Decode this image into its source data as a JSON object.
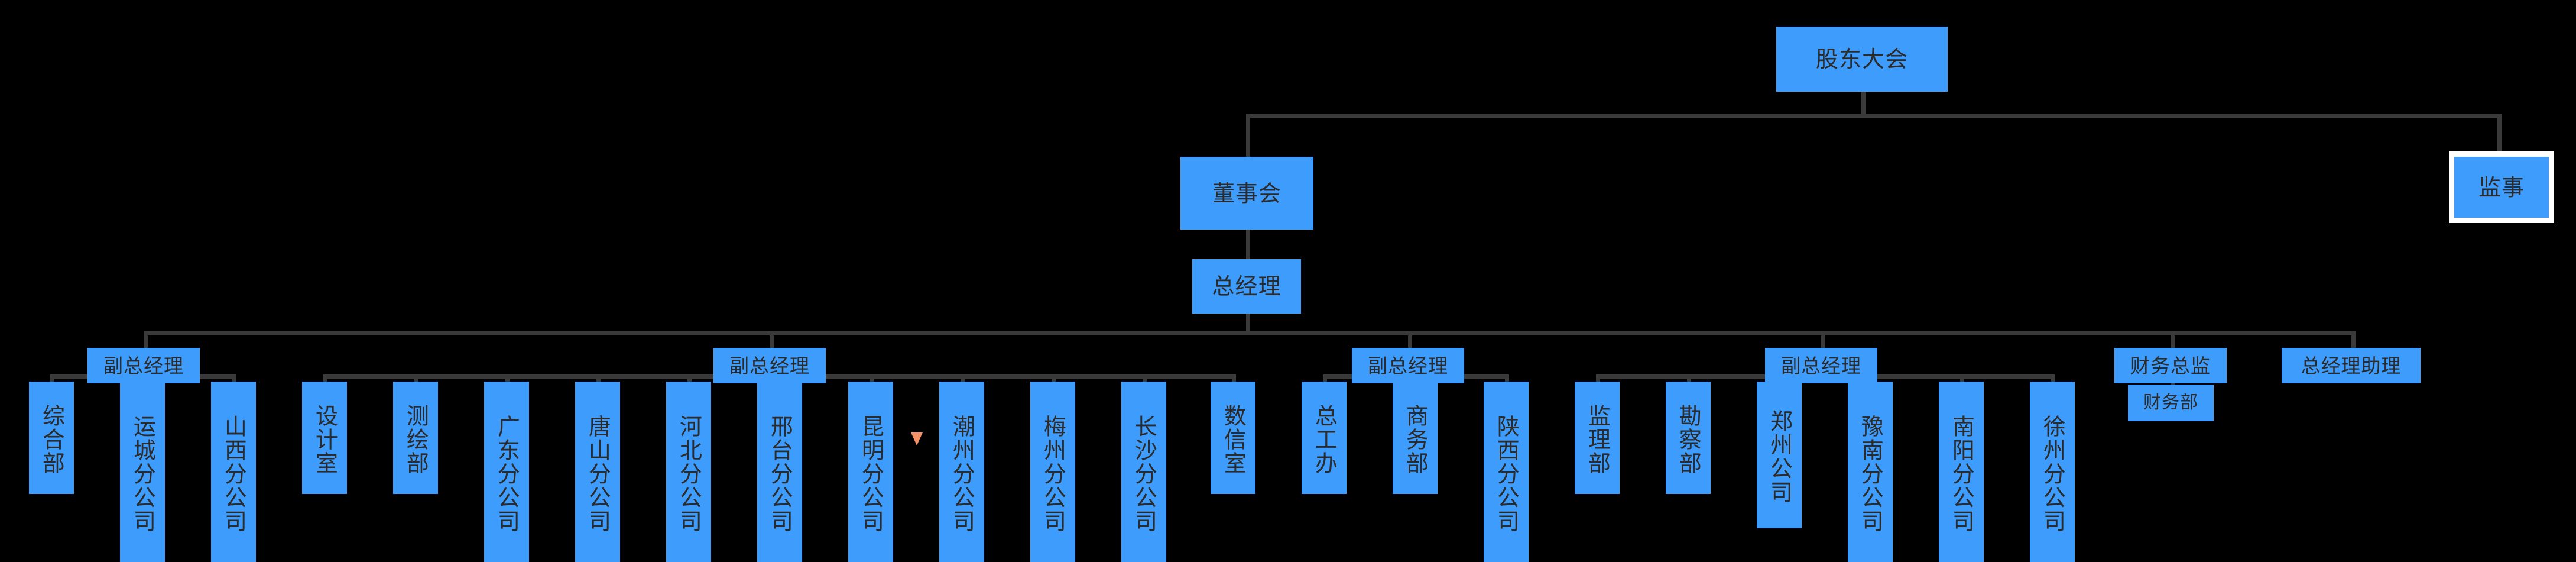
{
  "theme": {
    "node_fill": "#3d9cfc",
    "node_text": "#2b2b2b",
    "connector": "#3a3a3a",
    "canvas": "#000000",
    "selected_outline": "#ffffff",
    "cursor": "#f79367"
  },
  "chart_title": "",
  "org_chart": {
    "type": "org-tree",
    "orientation": "top-down",
    "root": {
      "id": "n1",
      "label": "股东大会",
      "text_direction": "horizontal"
    },
    "level2": [
      {
        "id": "n2",
        "label": "董事会",
        "text_direction": "horizontal",
        "parent": "n1"
      },
      {
        "id": "n3",
        "label": "监事",
        "text_direction": "horizontal",
        "parent": "n1",
        "selected": true
      }
    ],
    "level3": [
      {
        "id": "n4",
        "label": "总经理",
        "text_direction": "horizontal",
        "parent": "n2"
      }
    ],
    "level4": [
      {
        "id": "m1",
        "label": "副总经理",
        "text_direction": "horizontal",
        "parent": "n4"
      },
      {
        "id": "m2",
        "label": "副总经理",
        "text_direction": "horizontal",
        "parent": "n4"
      },
      {
        "id": "m3",
        "label": "副总经理",
        "text_direction": "horizontal",
        "parent": "n4"
      },
      {
        "id": "m4",
        "label": "副总经理",
        "text_direction": "horizontal",
        "parent": "n4"
      },
      {
        "id": "m5",
        "label": "财务总监",
        "text_direction": "horizontal",
        "parent": "n4"
      },
      {
        "id": "m6",
        "label": "总经理助理",
        "text_direction": "horizontal",
        "parent": "n4"
      }
    ],
    "leaves": [
      {
        "id": "l1",
        "label": "综合部",
        "parent": "m1",
        "text_direction": "vertical"
      },
      {
        "id": "l2",
        "label": "运城分公司",
        "parent": "m1",
        "text_direction": "vertical"
      },
      {
        "id": "l3",
        "label": "山西分公司",
        "parent": "m1",
        "text_direction": "vertical"
      },
      {
        "id": "l4",
        "label": "设计室",
        "parent": "m2",
        "text_direction": "vertical"
      },
      {
        "id": "l5",
        "label": "测绘部",
        "parent": "m2",
        "text_direction": "vertical"
      },
      {
        "id": "l6",
        "label": "广东分公司",
        "parent": "m2",
        "text_direction": "vertical"
      },
      {
        "id": "l7",
        "label": "唐山分公司",
        "parent": "m2",
        "text_direction": "vertical"
      },
      {
        "id": "l8",
        "label": "河北分公司",
        "parent": "m2",
        "text_direction": "vertical"
      },
      {
        "id": "l9",
        "label": "邢台分公司",
        "parent": "m2",
        "text_direction": "vertical"
      },
      {
        "id": "l10",
        "label": "昆明分公司",
        "parent": "m2",
        "text_direction": "vertical"
      },
      {
        "id": "l11",
        "label": "潮州分公司",
        "parent": "m2",
        "text_direction": "vertical"
      },
      {
        "id": "l12",
        "label": "梅州分公司",
        "parent": "m2",
        "text_direction": "vertical"
      },
      {
        "id": "l13",
        "label": "长沙分公司",
        "parent": "m2",
        "text_direction": "vertical"
      },
      {
        "id": "l14",
        "label": "数信室",
        "parent": "m2",
        "text_direction": "vertical"
      },
      {
        "id": "l15",
        "label": "总工办",
        "parent": "m3",
        "text_direction": "vertical"
      },
      {
        "id": "l16",
        "label": "商务部",
        "parent": "m3",
        "text_direction": "vertical"
      },
      {
        "id": "l17",
        "label": "陕西分公司",
        "parent": "m3",
        "text_direction": "vertical"
      },
      {
        "id": "l18",
        "label": "监理部",
        "parent": "m4",
        "text_direction": "vertical"
      },
      {
        "id": "l19",
        "label": "勘察部",
        "parent": "m4",
        "text_direction": "vertical"
      },
      {
        "id": "l20",
        "label": "郑州公司",
        "parent": "m4",
        "text_direction": "vertical"
      },
      {
        "id": "l21",
        "label": "豫南分公司",
        "parent": "m4",
        "text_direction": "vertical"
      },
      {
        "id": "l22",
        "label": "南阳分公司",
        "parent": "m4",
        "text_direction": "vertical"
      },
      {
        "id": "l23",
        "label": "徐州分公司",
        "parent": "m4",
        "text_direction": "vertical"
      },
      {
        "id": "l24",
        "label": "财务部",
        "parent": "m5",
        "text_direction": "horizontal"
      }
    ]
  }
}
